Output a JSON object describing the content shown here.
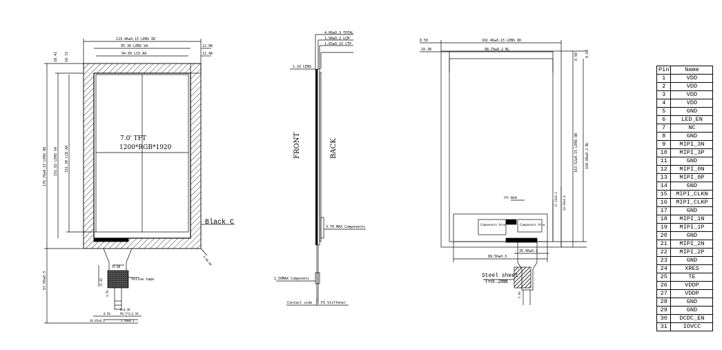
{
  "front_view": {
    "dims": {
      "lens_od_width": "119.46±0.15 LENS OD",
      "lens_va_width": "95.30 LENS VA",
      "lcd_aa_width": "94.50 LCD AA",
      "right_offset_top": "12.08",
      "right_offset_aa": "12.48",
      "left_offset_1": "10.41",
      "left_offset_2": "10.72",
      "lens_od_height": "176.78±0.15 LENS OD",
      "lens_va_height": "151.82 LENS VA",
      "lcd_aa_height": "151.20 LCD AA",
      "total_height": "57.99±0.3",
      "fpc_width": "15.80",
      "tape_height": "15.45",
      "fpc_small": "3.50",
      "pitch_w": "W=0.30",
      "pitch_p": "P0.5*5=2.50",
      "pin_w": "0.50",
      "fpc_pos": "30.05±0.3",
      "fpc_end": "3.50±0.1",
      "corner_dim": "4-R0.80"
    },
    "center_text_line1": "7.0' TFT",
    "center_text_line2": "1200*RGB*1920",
    "callout_black": "Black C",
    "callout_tape": "Yellow tape"
  },
  "side_view": {
    "total": "4.00±0.3 TOTAL",
    "lcm": "1.98±0.2 LCM",
    "ctp": "1.65±0.15 CTP",
    "lens": "1.10 LENS",
    "front_label": "FRONT",
    "back_label": "BACK",
    "components_max": "3.70 MAX Components",
    "components_fpc": "1.50MAX Componets",
    "contact_side": "Contact side",
    "pi_stiffener": "PI Stiffener"
  },
  "back_view": {
    "left_top": "8.50",
    "lens_od_width": "102.46±0.15 LENS OD",
    "left_offset": "10.38",
    "bl_width": "98.70±0.2 BL",
    "right_top_1": "8.50",
    "right_top_2": "8.62",
    "lens_od_height": "163.52±0.15 LENS OD",
    "bl_height": "160.80±0.2 BL",
    "dim_17": "17.10±0.3",
    "dim_24": "24.00±0.4",
    "components_area_1": "Components Area",
    "components_area_2": "Components Area",
    "fpc_note": "FPC ROHS",
    "bottom_width": "89.50±0.3",
    "fpc_width": "35.90±0.2",
    "steel_sheet": "Steel sheet",
    "thickness": "T=0.2mm",
    "fpc_tail": "5.00"
  },
  "pin_table": {
    "header_pin": "Pin",
    "header_name": "Name",
    "rows": [
      {
        "pin": "1",
        "name": "VDD"
      },
      {
        "pin": "2",
        "name": "VDD"
      },
      {
        "pin": "3",
        "name": "VDD"
      },
      {
        "pin": "4",
        "name": "VDD"
      },
      {
        "pin": "5",
        "name": "GND"
      },
      {
        "pin": "6",
        "name": "LED_EN"
      },
      {
        "pin": "7",
        "name": "NC"
      },
      {
        "pin": "8",
        "name": "GND"
      },
      {
        "pin": "9",
        "name": "MIPI_3N"
      },
      {
        "pin": "10",
        "name": "MIPI_3P"
      },
      {
        "pin": "11",
        "name": "GND"
      },
      {
        "pin": "12",
        "name": "MIPI_0N"
      },
      {
        "pin": "13",
        "name": "MIPI_0P"
      },
      {
        "pin": "14",
        "name": "GND"
      },
      {
        "pin": "15",
        "name": "MIPI_CLKN"
      },
      {
        "pin": "16",
        "name": "MIPI_CLKP"
      },
      {
        "pin": "17",
        "name": "GND"
      },
      {
        "pin": "18",
        "name": "MIPI_1N"
      },
      {
        "pin": "19",
        "name": "MIPI_1P"
      },
      {
        "pin": "20",
        "name": "GND"
      },
      {
        "pin": "21",
        "name": "MIPI_2N"
      },
      {
        "pin": "22",
        "name": "MIPI_2P"
      },
      {
        "pin": "23",
        "name": "GND"
      },
      {
        "pin": "24",
        "name": "XRES"
      },
      {
        "pin": "25",
        "name": "TE"
      },
      {
        "pin": "26",
        "name": "VDDP"
      },
      {
        "pin": "27",
        "name": "VDDP"
      },
      {
        "pin": "28",
        "name": "GND"
      },
      {
        "pin": "29",
        "name": "GND"
      },
      {
        "pin": "30",
        "name": "DCDC_EN"
      },
      {
        "pin": "31",
        "name": "IOVCC"
      }
    ]
  }
}
